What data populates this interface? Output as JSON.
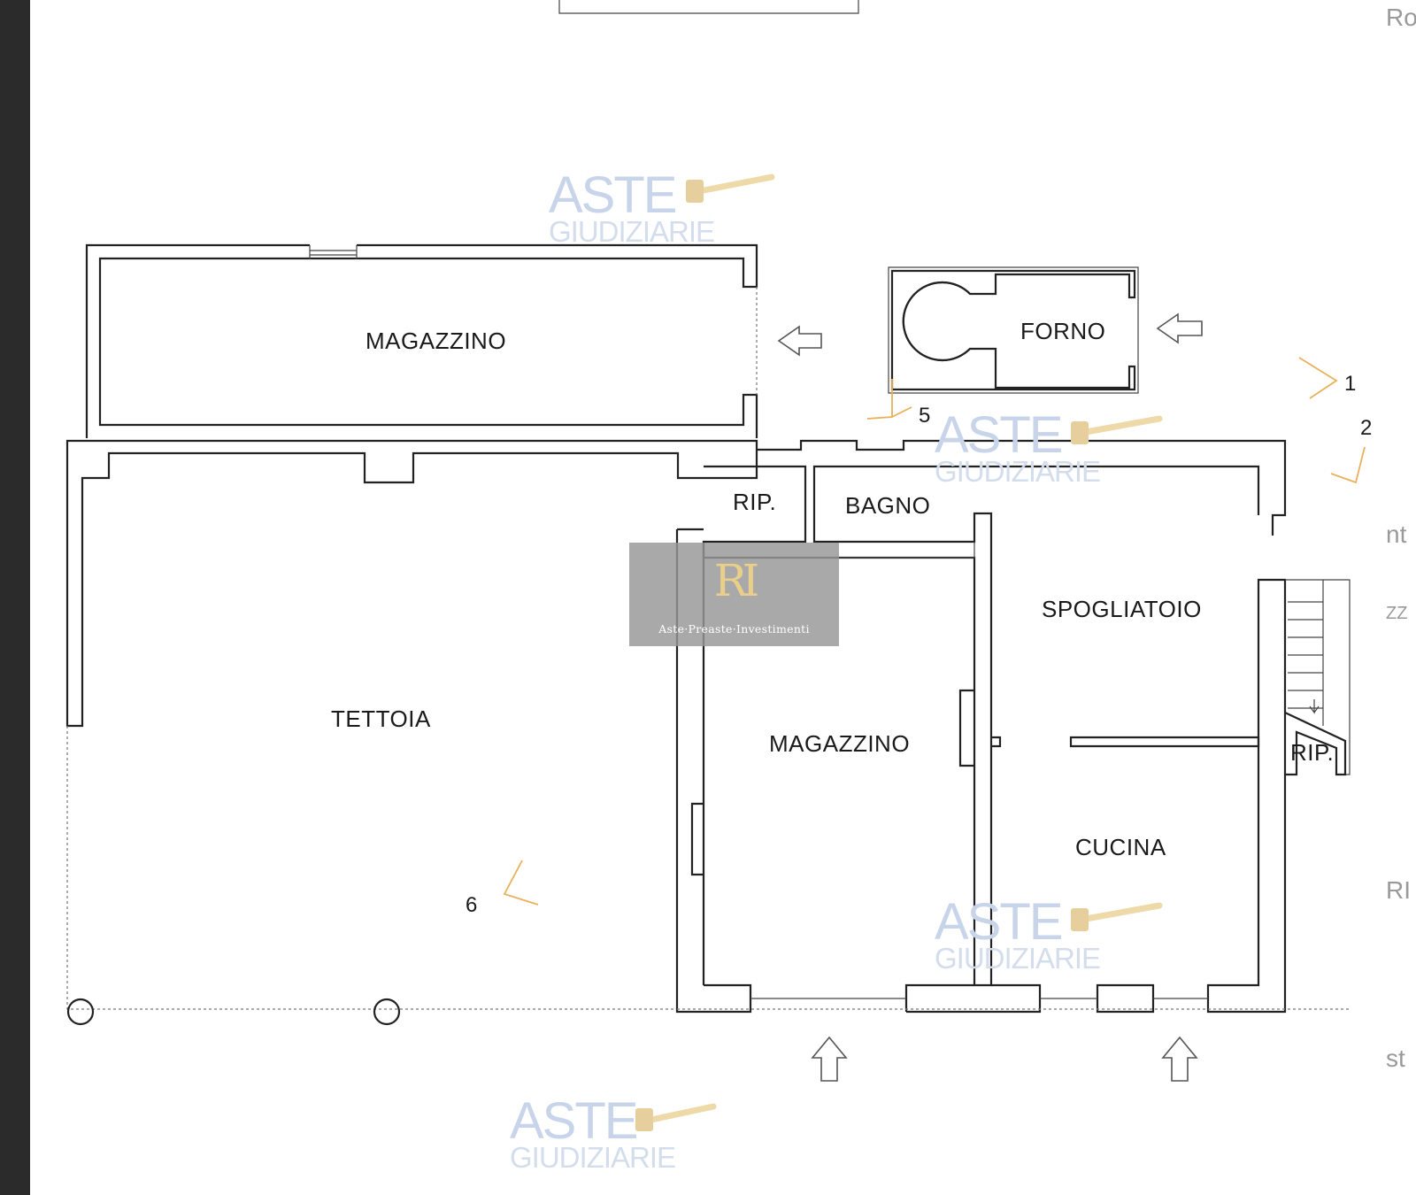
{
  "rooms": {
    "magazzino_top": "MAGAZZINO",
    "forno": "FORNO",
    "rip_top": "RIP.",
    "bagno": "BAGNO",
    "spogliatoio": "SPOGLIATOIO",
    "tettoia": "TETTOIA",
    "magazzino_main": "MAGAZZINO",
    "rip_right": "RIP.",
    "cucina": "CUCINA"
  },
  "photo_markers": [
    "1",
    "2",
    "5",
    "6"
  ],
  "watermark": {
    "line1": "ASTE",
    "line2": "GIUDIZIARIE"
  },
  "logo": {
    "mark": "RI",
    "text": "Aste·Preaste·Investimenti"
  },
  "right_strip": [
    "Ro",
    "nt",
    "ZZ",
    "RI",
    "st"
  ],
  "icons": {
    "entrance": "up-arrow-icon",
    "direction": "left-arrow-icon",
    "camera": "camera-angle-icon"
  }
}
